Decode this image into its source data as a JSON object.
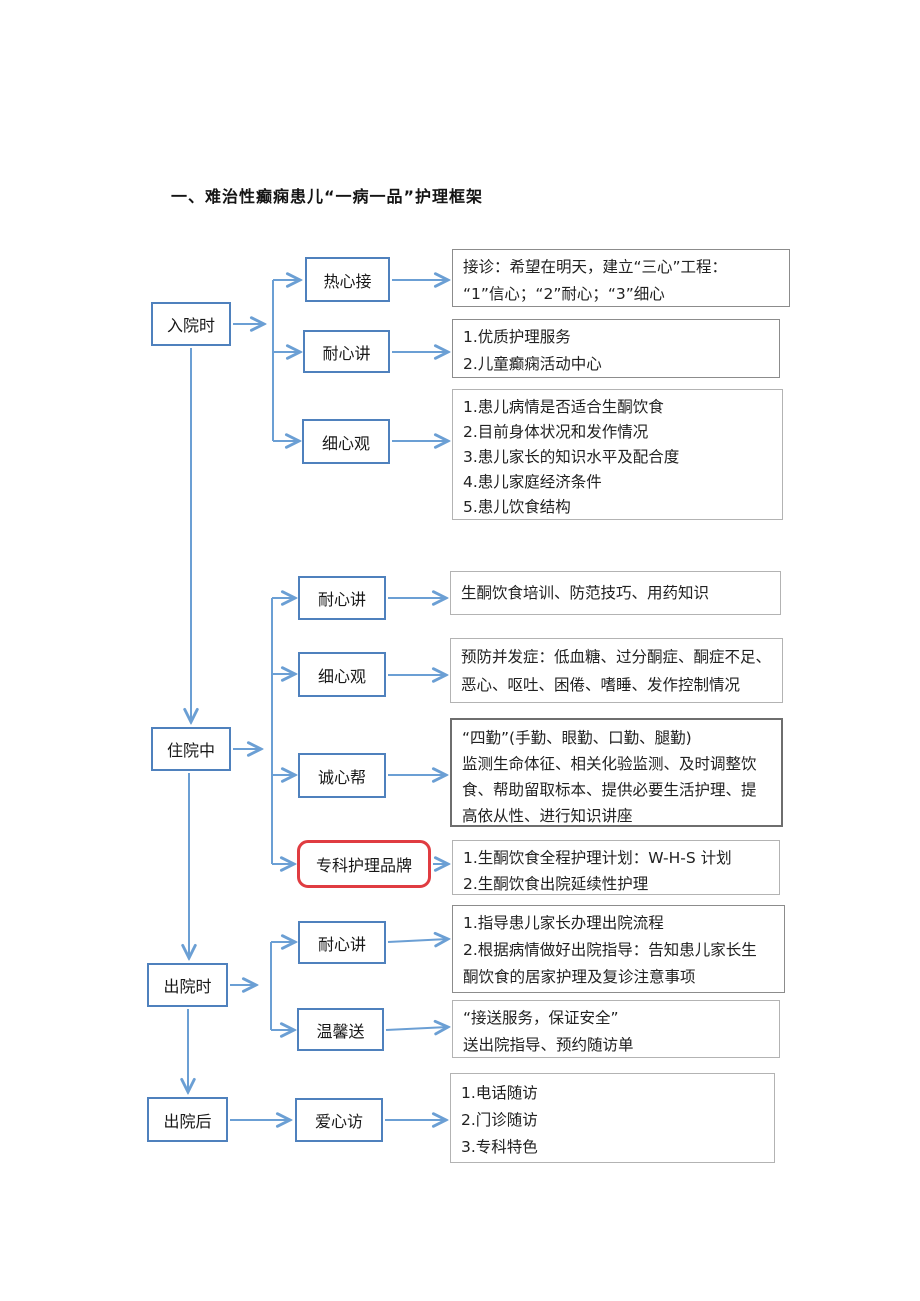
{
  "page": {
    "title": "一、难治性癫痫患儿“一病一品”护理框架"
  },
  "colors": {
    "box_border_blue": "#4f81bd",
    "arrow_blue": "#6b9fd4",
    "brand_accent_red": "#e03c41",
    "detail_border_gray": "#8c8c8c",
    "text": "#1f1f1f"
  },
  "flowchart": {
    "stages": [
      {
        "label": "入院时"
      },
      {
        "label": "住院中"
      },
      {
        "label": "出院时"
      },
      {
        "label": "出院后"
      }
    ],
    "actions": [
      {
        "label": "热心接",
        "accent": "blue"
      },
      {
        "label": "耐心讲",
        "accent": "blue"
      },
      {
        "label": "细心观",
        "accent": "blue"
      },
      {
        "label": "耐心讲",
        "accent": "blue"
      },
      {
        "label": "细心观",
        "accent": "blue"
      },
      {
        "label": "诚心帮",
        "accent": "blue"
      },
      {
        "label": "专科护理品牌",
        "accent": "red"
      },
      {
        "label": "耐心讲",
        "accent": "blue"
      },
      {
        "label": "温馨送",
        "accent": "blue"
      },
      {
        "label": "爱心访",
        "accent": "blue"
      }
    ],
    "details": [
      {
        "lines": [
          "接诊：希望在明天，建立“三心”工程：",
          "“1”信心；“2”耐心；“3”细心"
        ]
      },
      {
        "lines": [
          "1.优质护理服务",
          "2.儿童癫痫活动中心"
        ]
      },
      {
        "lines": [
          "1.患儿病情是否适合生酮饮食",
          "2.目前身体状况和发作情况",
          "3.患儿家长的知识水平及配合度",
          "4.患儿家庭经济条件",
          "5.患儿饮食结构"
        ]
      },
      {
        "lines": [
          "生酮饮食培训、防范技巧、用药知识"
        ]
      },
      {
        "lines": [
          "预防并发症：低血糖、过分酮症、酮症不足、",
          "恶心、呕吐、困倦、嗜睡、发作控制情况"
        ]
      },
      {
        "lines": [
          "“四勤”(手勤、眼勤、口勤、腿勤)",
          "监测生命体征、相关化验监测、及时调整饮",
          "食、帮助留取标本、提供必要生活护理、提",
          "高依从性、进行知识讲座"
        ]
      },
      {
        "lines": [
          "1.生酮饮食全程护理计划：W-H-S 计划",
          "2.生酮饮食出院延续性护理"
        ]
      },
      {
        "lines": [
          "1.指导患儿家长办理出院流程",
          "2.根据病情做好出院指导：告知患儿家长生",
          "酮饮食的居家护理及复诊注意事项"
        ]
      },
      {
        "lines": [
          "“接送服务，保证安全”",
          "送出院指导、预约随访单"
        ]
      },
      {
        "lines": [
          "1.电话随访",
          "2.门诊随访",
          "3.专科特色"
        ]
      }
    ],
    "edges": [
      {
        "from": "入院时",
        "to": "热心接"
      },
      {
        "from": "入院时",
        "to": "耐心讲"
      },
      {
        "from": "入院时",
        "to": "细心观"
      },
      {
        "from": "入院时",
        "to": "住院中"
      },
      {
        "from": "住院中",
        "to": "耐心讲"
      },
      {
        "from": "住院中",
        "to": "细心观"
      },
      {
        "from": "住院中",
        "to": "诚心帮"
      },
      {
        "from": "住院中",
        "to": "专科护理品牌"
      },
      {
        "from": "住院中",
        "to": "出院时"
      },
      {
        "from": "出院时",
        "to": "耐心讲"
      },
      {
        "from": "出院时",
        "to": "温馨送"
      },
      {
        "from": "出院时",
        "to": "出院后"
      },
      {
        "from": "出院后",
        "to": "爱心访"
      }
    ]
  }
}
